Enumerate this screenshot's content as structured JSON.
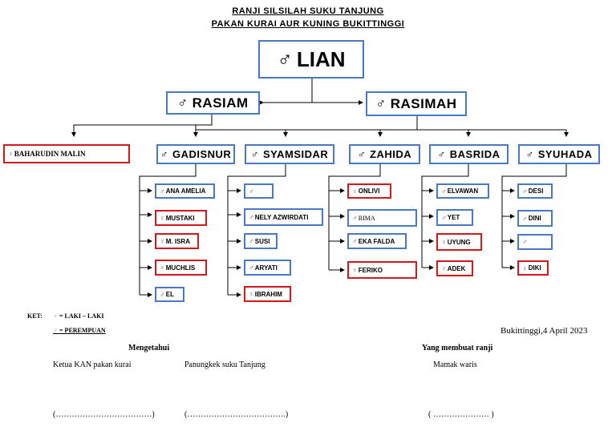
{
  "header": {
    "title_line1": "RANJI SILSILAH SUKU TANJUNG",
    "title_line2": "PAKAN KURAI AUR KUNING BUKITTINGGI"
  },
  "symbols": {
    "male": "♂",
    "female": "♀"
  },
  "root": {
    "name": "LIAN"
  },
  "gen1": {
    "left": "RASIAM",
    "right": "RASIMAH"
  },
  "spouse": {
    "name": "BAHARUDIN MALIN"
  },
  "children": [
    {
      "name": "GADISNUR",
      "kids": [
        {
          "name": "ANA AMELIA"
        },
        {
          "name": "MUSTAKI"
        },
        {
          "name": "M. ISRA"
        },
        {
          "name": "MUCHLIS"
        },
        {
          "name": "EL"
        }
      ]
    },
    {
      "name": "SYAMSIDAR",
      "kids": [
        {
          "name": ""
        },
        {
          "name": "NELY AZWIRDATI"
        },
        {
          "name": "SUSI"
        },
        {
          "name": "ARYATI"
        },
        {
          "name": "IBRAHIM"
        }
      ]
    },
    {
      "name": "ZAHIDA",
      "kids": [
        {
          "name": "ONLIVI"
        },
        {
          "name": "RIMA"
        },
        {
          "name": "EKA FALDA"
        },
        {
          "name": "FERIKO"
        }
      ]
    },
    {
      "name": "BASRIDA",
      "kids": [
        {
          "name": "ELVAWAN"
        },
        {
          "name": "YET"
        },
        {
          "name": "UYUNG"
        },
        {
          "name": "ADEK"
        }
      ]
    },
    {
      "name": "SYUHADA",
      "kids": [
        {
          "name": "DESI"
        },
        {
          "name": "DINI"
        },
        {
          "name": ""
        },
        {
          "name": "DIKI"
        }
      ]
    }
  ],
  "legend": {
    "label": "KET:",
    "line1": "= LAKI – LAKI",
    "line2": "= PEREMPUAN"
  },
  "footer": {
    "place_date": "Bukittinggi,4 April 2023",
    "known_by": "Mengetahui",
    "made_by": "Yang membuat ranji",
    "sign1_role": "Ketua KAN pakan kurai",
    "sign2_role": "Panungkek suku Tanjung",
    "sign3_role": "Mamak waris",
    "sign1_line": "(………………………………)",
    "sign2_line": "(……………………………….)",
    "sign3_line": "(  …………………  )"
  },
  "colors": {
    "blue_border": "#4a78c2",
    "red_border": "#d0191f"
  }
}
